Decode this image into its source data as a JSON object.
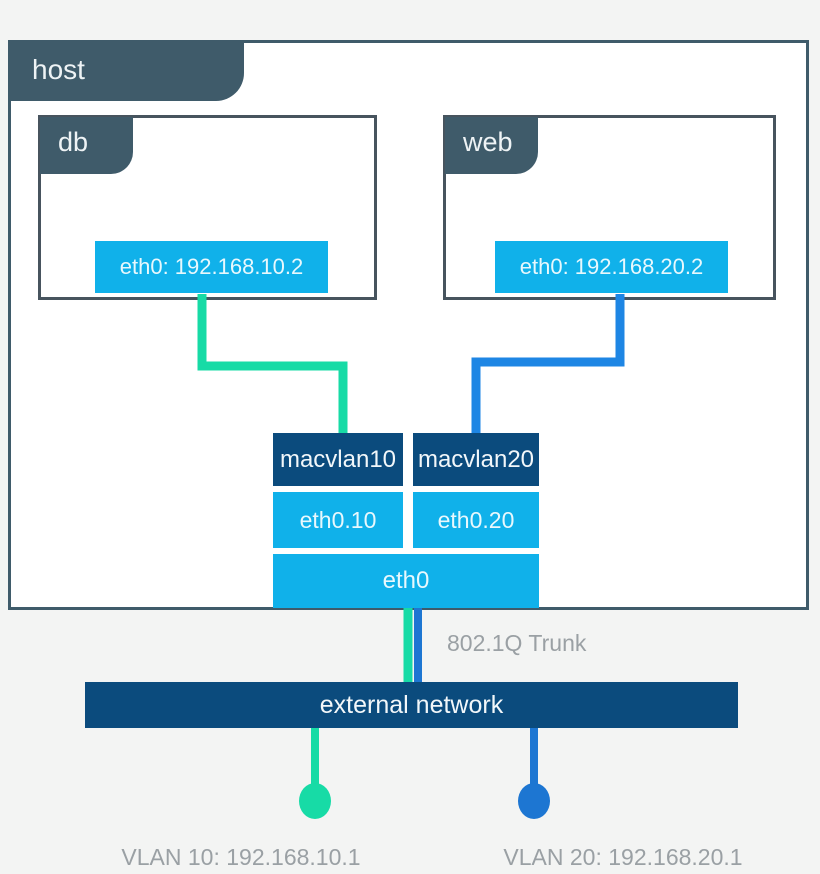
{
  "colors": {
    "bg": "#f3f4f3",
    "white": "#ffffff",
    "slate": "#3f5b6a",
    "box-border": "#47545e",
    "cyan": "#10b1ea",
    "navy": "#0b4b7d",
    "green": "#17dba6",
    "blue": "#1e86e4",
    "blue-deep": "#1d76d2",
    "gray-text": "#9aa0a4"
  },
  "host": {
    "label": "host"
  },
  "containers": [
    {
      "id": "db",
      "label": "db",
      "interface_label": "eth0: 192.168.10.2"
    },
    {
      "id": "web",
      "label": "web",
      "interface_label": "eth0: 192.168.20.2"
    }
  ],
  "macvlans": [
    {
      "label": "macvlan10"
    },
    {
      "label": "macvlan20"
    }
  ],
  "subinterfaces": [
    {
      "label": "eth0.10"
    },
    {
      "label": "eth0.20"
    }
  ],
  "parent_interface": {
    "label": "eth0"
  },
  "trunk_label": "802.1Q Trunk",
  "external_network": {
    "label": "external network"
  },
  "vlans": [
    {
      "label": "VLAN 10: 192.168.10.1"
    },
    {
      "label": "VLAN 20: 192.168.20.1"
    }
  ]
}
